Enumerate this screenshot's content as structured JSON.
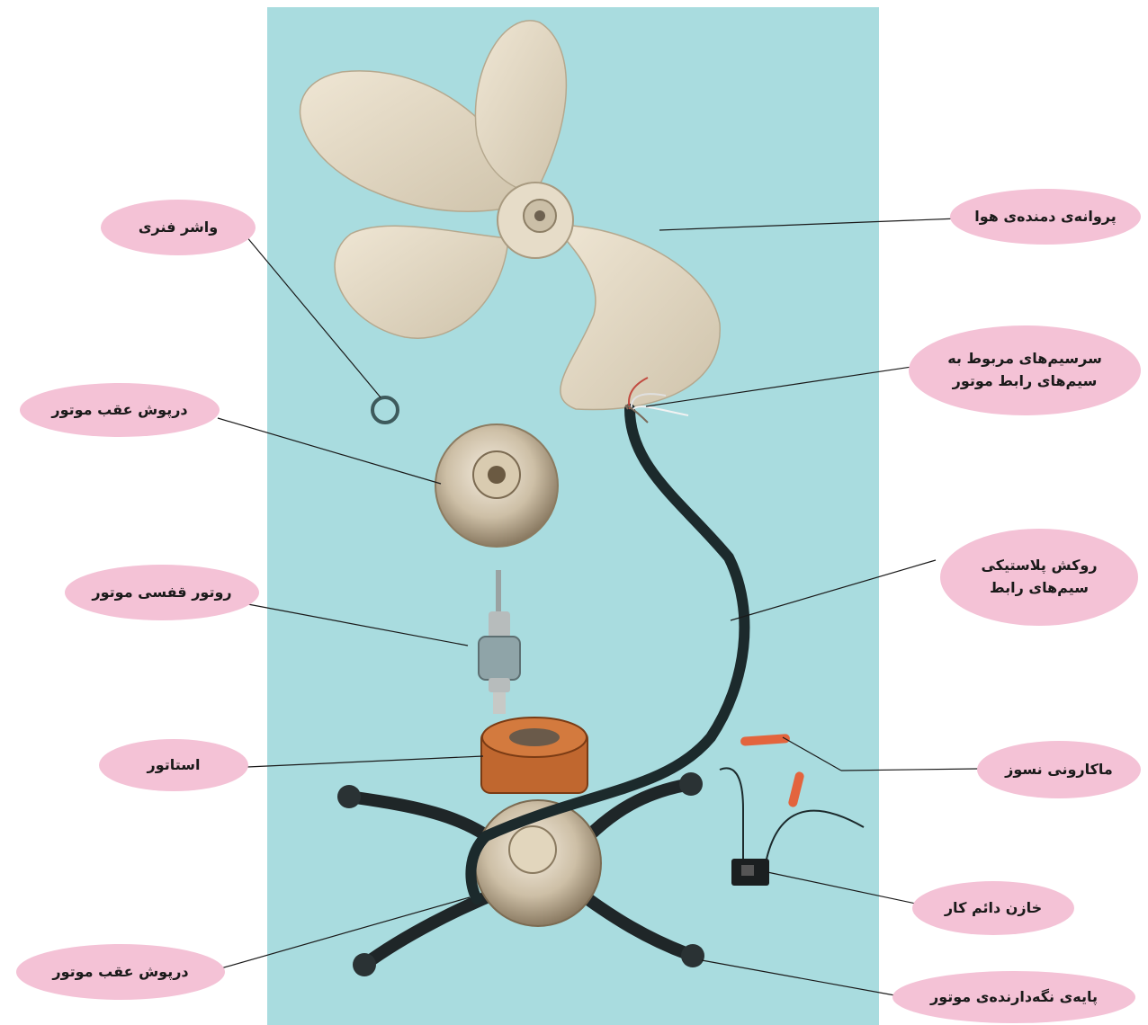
{
  "labels": {
    "fan_blade": "پروانه‌ی دمنده‌ی هوا",
    "spring_washer": "واشر فنری",
    "wire_terminals_line1": "سرسیم‌های مربوط به",
    "wire_terminals_line2": "سیم‌های رابط موتور",
    "rear_cover_top": "درپوش عقب موتور",
    "plastic_sheath_line1": "روکش پلاستیکی",
    "plastic_sheath_line2": "سیم‌های رابط",
    "squirrel_cage_rotor": "روتور قفسی موتور",
    "stator": "استاتور",
    "heat_shrink_tubing": "ماکارونی نسوز",
    "run_capacitor": "خازن دائم کار",
    "rear_cover_bottom": "درپوش عقب موتور",
    "support_base": "پایه‌ی نگه‌دارنده‌ی موتور"
  },
  "colors": {
    "background": "#a9dcdf",
    "label_fill": "#f4c2d6",
    "leader_line": "#1a1a1a",
    "blade": "#e8dcc6",
    "stator_copper": "#c0672f",
    "cable": "#1c2a2c",
    "heat_shrink": "#e3643d"
  }
}
